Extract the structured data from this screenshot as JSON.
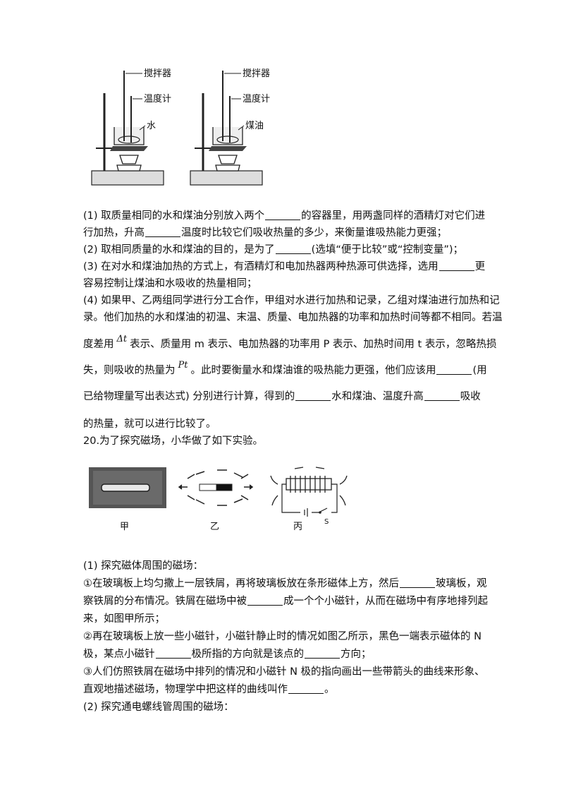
{
  "figure1": {
    "left_labels": [
      "搅拌器",
      "温度计",
      "水"
    ],
    "right_labels": [
      "搅拌器",
      "温度计",
      "煤油"
    ]
  },
  "q19": {
    "p1": [
      "(1) 取质量相同的水和煤油分别放入两个",
      "的容器里，用两盏同样的酒精灯对它们进",
      "行加热，升高",
      "温度时比较它们吸收热量的多少，来衡量谁吸热能力更强；"
    ],
    "p2": [
      "(2) 取相同质量的水和煤油的目的，是为了",
      "(选填“便于比较”或“控制变量”)；"
    ],
    "p3": [
      "(3) 在对水和煤油加热的方式上，有酒精灯和电加热器两种热源可供选择，选用",
      "更",
      "容易控制让煤油和水吸收的热量相同；"
    ],
    "p4": [
      "(4) 如果甲、乙两组同学进行分工合作，甲组对水进行加热和记录，乙组对煤油进行加热和记",
      "录。他们加热的水和煤油的初温、末温、质量、电加热器的功率和加热时间等都不相同。若温",
      "度差用",
      "表示、质量用 m 表示、电加热器的功率用 P 表示、加热时间用 t 表示，忽略热损",
      "失，则吸收的热量为",
      "。此时要衡量水和煤油谁的吸热能力更强，他们应该用",
      "(用",
      "已给物理量写出表达式) 分别进行计算，得到的",
      "水和煤油、温度升高",
      "吸收",
      "的热量，就可以进行比较了。"
    ],
    "math_delta_t": "Δt",
    "math_pt": "Pt"
  },
  "q20": {
    "title": "20.为了探究磁场，小华做了如下实验。",
    "captions": [
      "甲",
      "乙",
      "丙"
    ],
    "circuit_label": "S",
    "s1_title": "(1) 探究磁体周围的磁场：",
    "s1_a": [
      "①在玻璃板上均匀撒上一层铁屑，再将玻璃板放在条形磁体上方，然后",
      "玻璃板，观",
      "察铁屑的分布情况。铁屑在磁场中被",
      "成一个个小磁针，从而在磁场中有序地排列起",
      "来，如图甲所示；"
    ],
    "s1_b": [
      "②再在玻璃板上放一些小磁针，小磁针静止时的情况如图乙所示，黑色一端表示磁体的 N",
      "极，某点小磁针",
      "极所指的方向就是该点的",
      "方向；"
    ],
    "s1_c": [
      "③人们仿照铁屑在磁场中排列的情况和小磁针 N 极的指向画出一些带箭头的曲线来形象、",
      "直观地描述磁场，物理学中把这样的曲线叫作",
      "。"
    ],
    "s2_title": "(2) 探究通电螺线管周围的磁场："
  }
}
